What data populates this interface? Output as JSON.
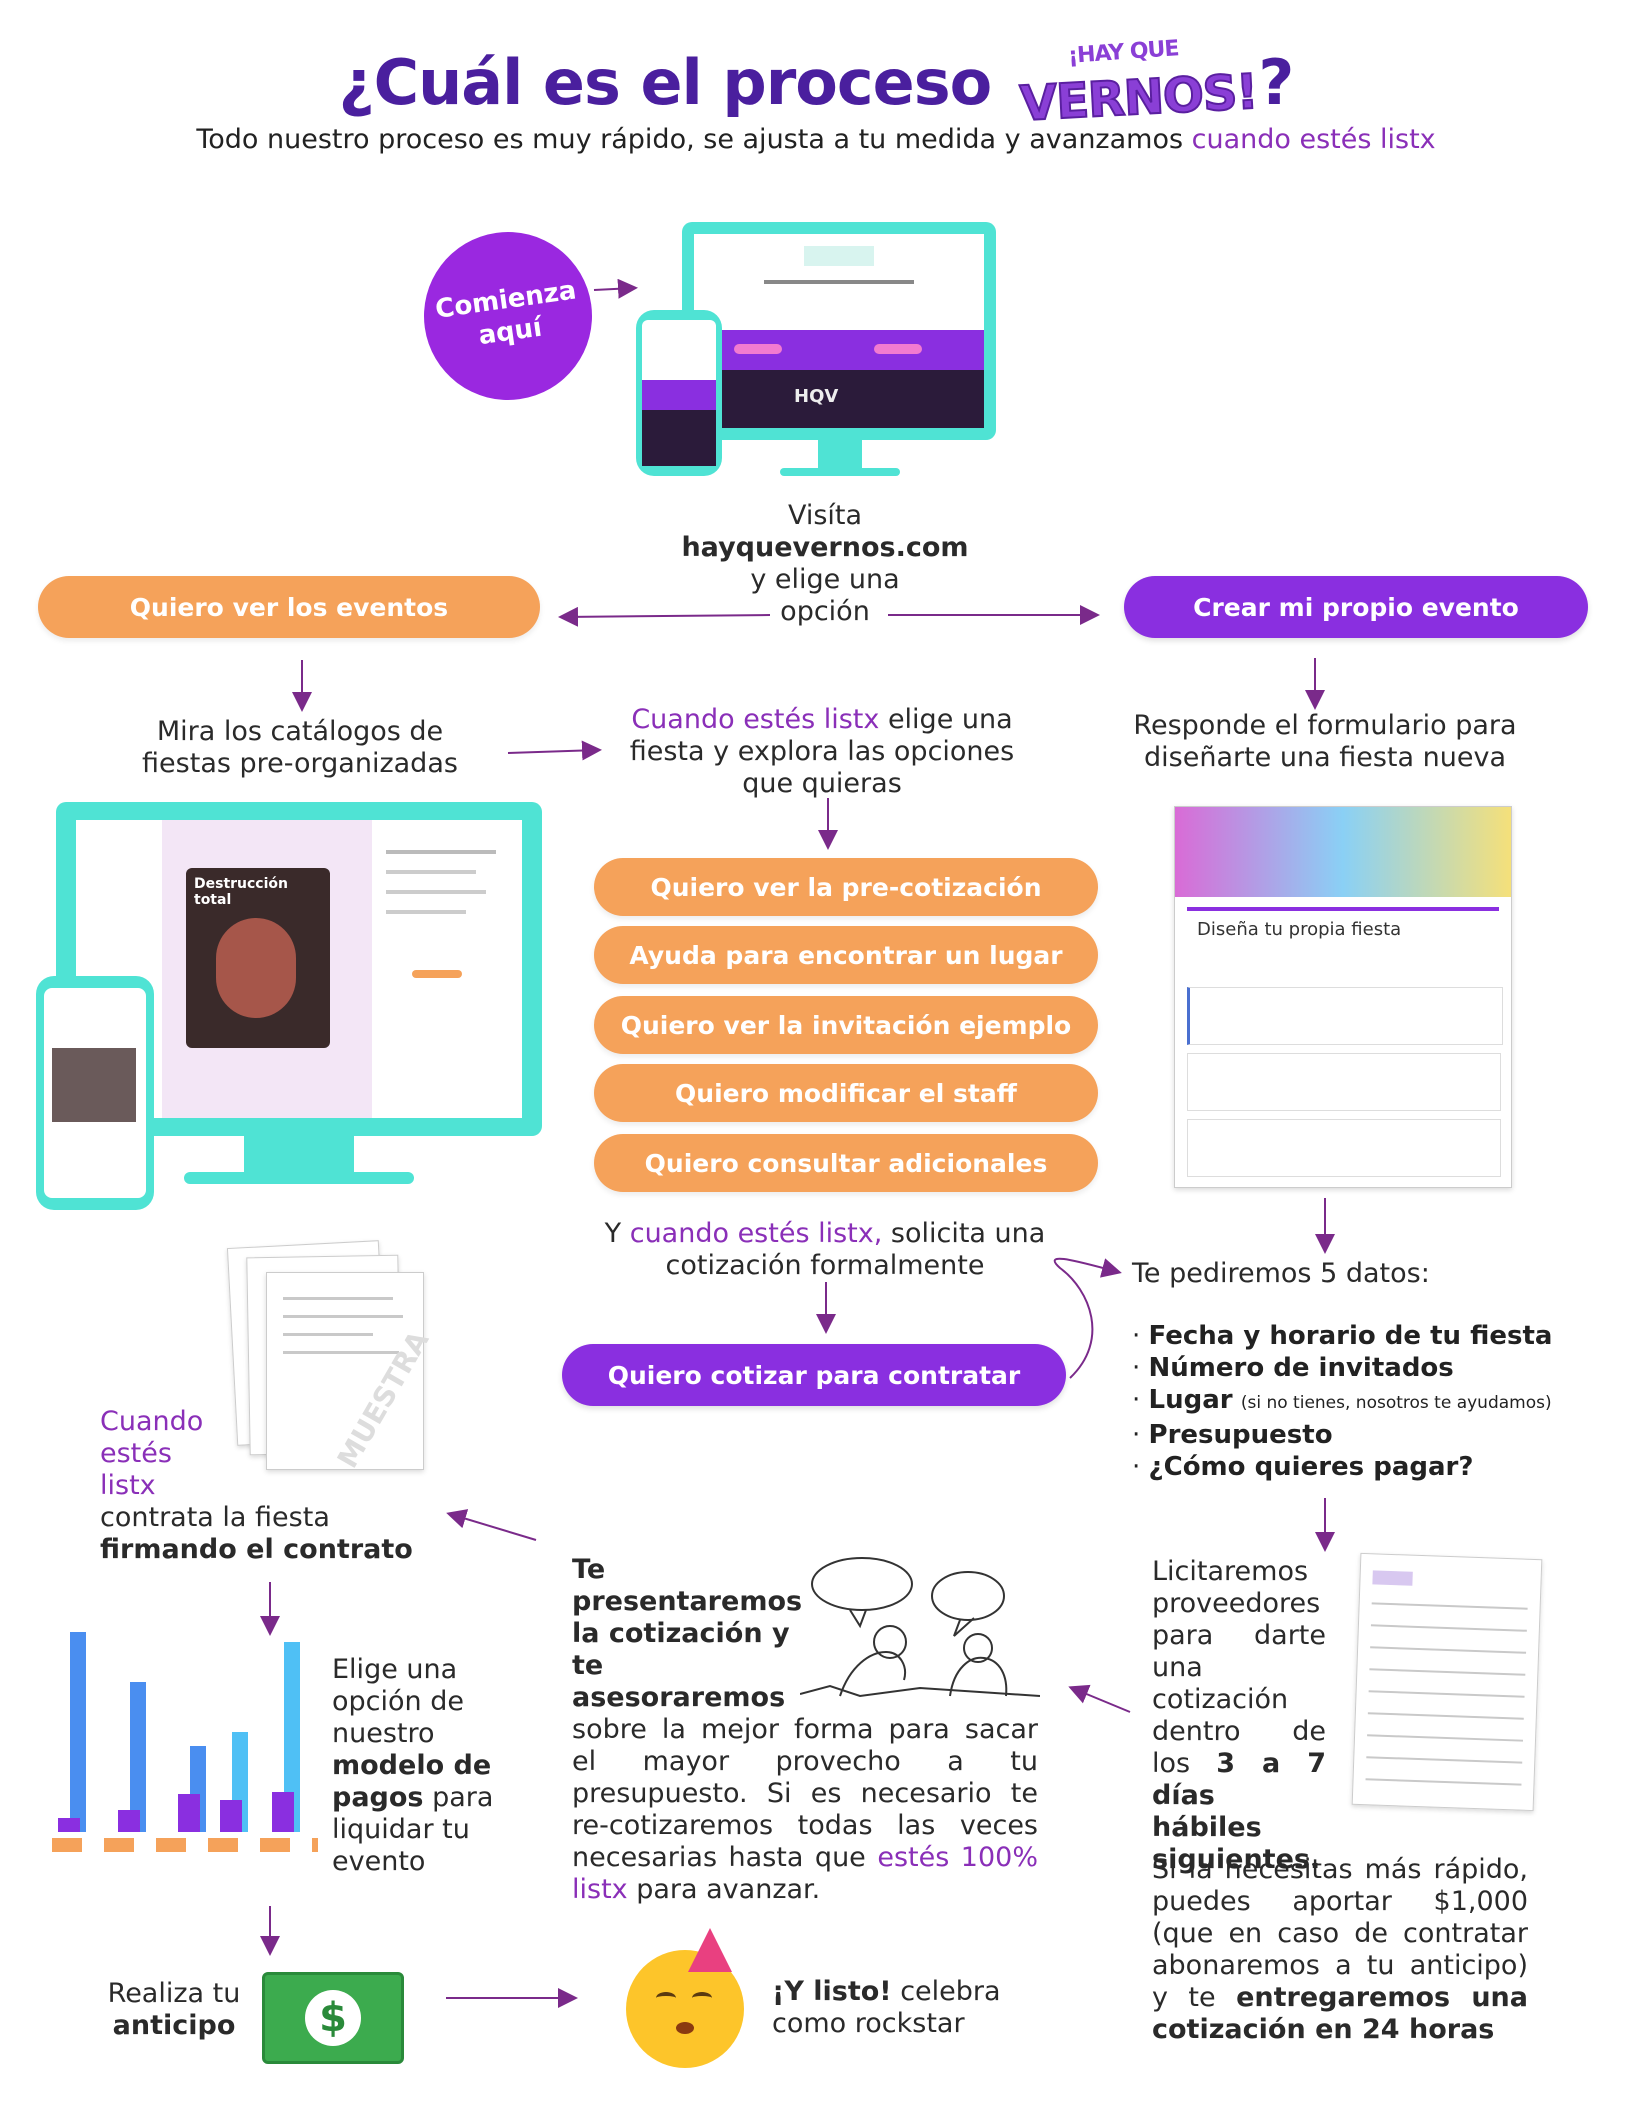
{
  "header": {
    "title_prefix": "¿Cuál es el proceso",
    "logo_top": "¡HAY QUE",
    "logo_main": "VERNOS!",
    "title_suffix": "?",
    "subtitle_main": "Todo nuestro proceso es muy rápido, se ajusta a tu medida y avanzamos ",
    "subtitle_highlight": "cuando estés listx"
  },
  "start": {
    "circle_label": "Comienza aquí",
    "visit_line1": "Visíta",
    "visit_site": "hayquevernos.com",
    "visit_line3": "y elige una",
    "visit_line4": "opción",
    "mockup_logo": "HQV"
  },
  "left_branch": {
    "button": "Quiero ver los eventos",
    "step_text": "Mira los catálogos de fiestas pre-organizadas",
    "slide_caption": "Destrucción total"
  },
  "middle": {
    "intro_highlight": "Cuando estés listx",
    "intro_rest": " elige una fiesta y explora las opciones que quieras",
    "options": [
      "Quiero ver la pre-cotización",
      "Ayuda para encontrar un lugar",
      "Quiero ver la invitación ejemplo",
      "Quiero modificar el staff",
      "Quiero consultar adicionales"
    ],
    "request_prefix": "Y ",
    "request_highlight": "cuando estés listx,",
    "request_rest": " solicita una cotización formalmente",
    "quote_button": "Quiero cotizar para contratar"
  },
  "right_branch": {
    "button": "Crear mi propio evento",
    "step_text": "Responde el formulario para diseñarte una fiesta nueva",
    "form_field_title": "Diseña tu propia fiesta",
    "data_intro": "Te pediremos 5 datos:",
    "data_items": [
      {
        "bold": "Fecha y horario de tu fiesta",
        "note": ""
      },
      {
        "bold": "Número de invitados",
        "note": ""
      },
      {
        "bold": "Lugar",
        "note": "(si no tienes, nosotros te ayudamos)"
      },
      {
        "bold": "Presupuesto",
        "note": ""
      },
      {
        "bold": "¿Cómo quieres pagar?",
        "note": ""
      }
    ],
    "bid_text_1": "Licitaremos proveedores para darte una cotización dentro de los ",
    "bid_bold": "3 a 7 días hábiles siguientes.",
    "fast_text": "Si la necesitas más rápido, puedes aportar $1,000 (que en caso de contratar abonaremos a tu anticipo) y te ",
    "fast_bold": "entregaremos una cotización en 24 horas"
  },
  "present": {
    "bold": "Te presentaremos la cotización y te asesoraremos",
    "text": " sobre la mejor forma para sacar el mayor provecho a tu presupuesto. Si es necesario te re-cotizaremos todas las veces necesarias hasta que ",
    "highlight": "estés 100% listx",
    "end": " para avanzar."
  },
  "contract": {
    "highlight": "Cuando estés listx",
    "text": "contrata la fiesta",
    "bold": "firmando el contrato",
    "watermark": "MUESTRA"
  },
  "payments": {
    "text1": "Elige una opción de nuestro ",
    "bold": "modelo de pagos",
    "text2": " para liquidar tu evento"
  },
  "advance": {
    "text": "Realiza tu ",
    "bold": "anticipo",
    "bill_symbol": "$"
  },
  "finish": {
    "bold": "¡Y listo!",
    "text": " celebra como rockstar"
  },
  "colors": {
    "orange": "#f5a25a",
    "purple": "#8a2fe0",
    "teal": "#4fe3d4",
    "title": "#4a1f9e",
    "highlight": "#8a2fb8"
  }
}
